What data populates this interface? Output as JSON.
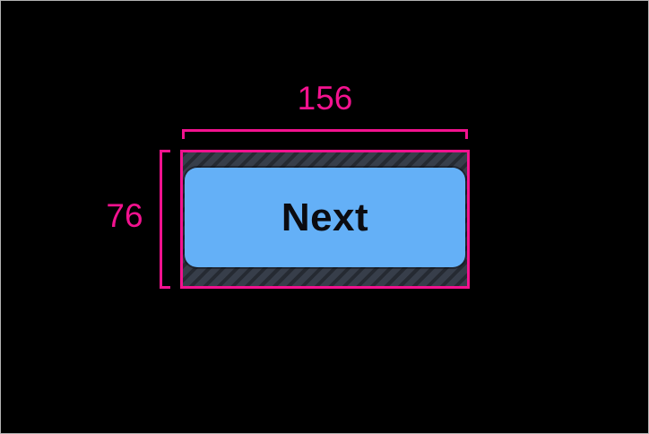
{
  "colors": {
    "background": "#000000",
    "frame_border": "#b3b3b3",
    "accent_pink": "#f3128f",
    "button_fill": "#64b0f7",
    "button_text": "#0b0b10",
    "touch_area_fill": "#373e4a",
    "touch_area_stripe": "#272d37"
  },
  "measurements": {
    "width_label": "156",
    "height_label": "76"
  },
  "button": {
    "label": "Next"
  }
}
